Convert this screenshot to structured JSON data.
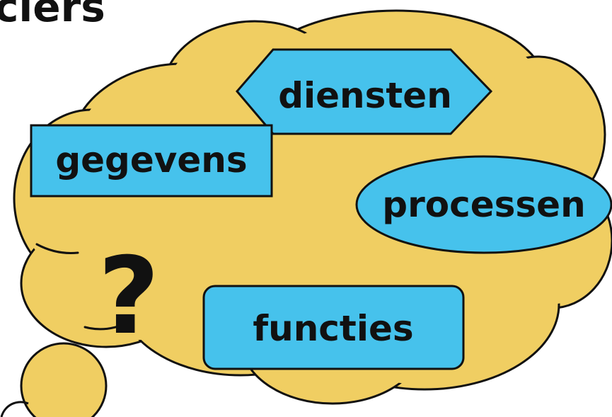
{
  "header_fragment": "ciers",
  "labels": {
    "diensten": "diensten",
    "gegevens": "gegevens",
    "processen": "processen",
    "functies": "functies",
    "question": "?"
  },
  "colors": {
    "cloud_fill": "#F0CE62",
    "shape_fill": "#46C2EC",
    "outline": "#111111"
  }
}
